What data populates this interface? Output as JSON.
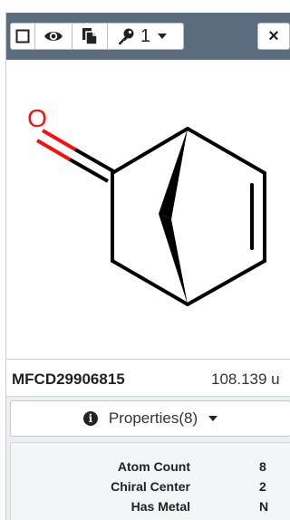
{
  "toolbar": {
    "key_count": "1",
    "close_label": "×"
  },
  "molecule": {
    "atoms": {
      "oxygen": "O"
    }
  },
  "summary": {
    "mfcd": "MFCD29906815",
    "mw": "108.139 u"
  },
  "properties": {
    "button_label": "Properties(8)",
    "rows": [
      {
        "key": "Atom Count",
        "value": "8"
      },
      {
        "key": "Chiral Center",
        "value": "2"
      },
      {
        "key": "Has Metal",
        "value": "N"
      }
    ]
  },
  "colors": {
    "toolbar_bg": "#5c6c7f",
    "oxygen": "#ff0d0d",
    "bond": "#000000",
    "panel_bg": "#eceef0"
  }
}
